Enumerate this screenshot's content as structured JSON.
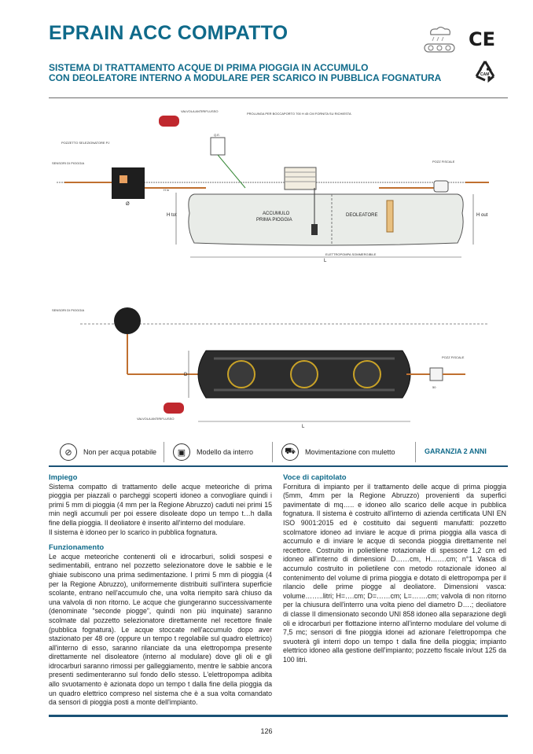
{
  "header": {
    "title": "EPRAIN ACC COMPATTO",
    "subtitle_line1": "SISTEMA DI TRATTAMENTO ACQUE DI PRIMA PIOGGIA IN ACCUMULO",
    "subtitle_line2": "CON DEOLEATORE INTERNO A MODULARE PER SCARICO IN PUBBLICA FOGNATURA",
    "ce_mark": "CE",
    "recycle_badge": "CAM"
  },
  "diagram_top": {
    "valvola": "VALVOLA ANTIRIFLUSSO",
    "prolunga": "PROLUNGA PER BOCCAPORTO 700 H 45 CM FORNITA SU RICHIESTA",
    "pozzetto": "POZZETTO SELEZIONATORE PJ",
    "sensori": "SENSORI DI PIOGGIA",
    "qe": "Q.E.",
    "pozz_fiscale": "POZZ FISCALE",
    "accumulo1": "ACCUMULO",
    "accumulo2": "PRIMA PIOGGIA",
    "deoleatore": "DEOLEATORE",
    "elettropompa": "ELETTROPOMPA SOMMERGIBILE",
    "htot": "H tot",
    "hout": "H out",
    "hin": "H in",
    "l": "L",
    "phi": "Ø"
  },
  "diagram_bottom": {
    "sensori": "SENSORI DI PIOGGIA",
    "valvola": "VALVOLA ANTIRIFLUSSO",
    "pozz_fiscale": "POZZ FISCALE",
    "d_label": "D",
    "l_label": "L",
    "dim50": "50"
  },
  "features": {
    "item1": "Non per acqua potabile",
    "item2": "Modello da interro",
    "item3": "Movimentazione con muletto",
    "garanzia": "GARANZIA 2 ANNI"
  },
  "left_col": {
    "impiego_h": "Impiego",
    "impiego_p1": "Sistema compatto di trattamento delle acque meteoriche di prima pioggia per piazzali o parcheggi scoperti idoneo a convogliare quindi i primi 5 mm di pioggia (4 mm per la Regione Abruzzo) caduti nei primi 15 min negli accumuli per poi essere disoleate dopo un tempo t…h dalla fine della pioggia. Il deoliatore è inserito all'interno del modulare.",
    "impiego_p2": "Il sistema è idoneo per lo scarico in pubblica fognatura.",
    "funz_h": "Funzionamento",
    "funz_p": "Le acque meteoriche contenenti oli e idrocarburi, solidi sospesi e sedimentabili, entrano nel pozzetto selezionatore dove le sabbie e le ghiaie subiscono una prima sedimentazione. I primi 5 mm di pioggia (4 per la Regione Abruzzo), uniformemente distribuiti sull'intera superficie scolante, entrano nell'accumulo che, una volta riempito sarà chiuso da una valvola di non ritorno. Le acque che giungeranno successivamente (denominate “seconde piogge”, quindi non più inquinate) saranno scolmate dal pozzetto selezionatore direttamente nel recettore finale (pubblica fognatura). Le acque stoccate nell'accumulo dopo aver stazionato per 48 ore (oppure un tempo t regolabile sul quadro elettrico) all'interno di esso, saranno rilanciate da una elettropompa presente direttamente nel disoleatore (interno al modulare) dove gli oli e gli idrocarburi saranno rimossi per galleggiamento, mentre le sabbie ancora presenti sedimenteranno sul fondo dello stesso. L'elettropompa adibita allo svuotamento è azionata dopo un tempo t dalla fine della pioggia da un quadro elettrico compreso nel sistema che è a sua volta comandato da sensori di pioggia posti a monte dell'impianto."
  },
  "right_col": {
    "voce_h": "Voce di capitolato",
    "voce_p": "Fornitura di impianto per il trattamento delle acque di prima pioggia (5mm, 4mm per la Regione Abruzzo) provenienti da superfici pavimentate di mq….. e idoneo allo scarico delle acque in pubblica fognatura. Il sistema è costruito all'interno di azienda certificata UNI EN ISO 9001:2015 ed è costituito dai seguenti manufatti: pozzetto scolmatore idoneo ad inviare le acque di prima pioggia alla vasca di accumulo e di inviare le acque di seconda pioggia direttamente nel recettore. Costruito in polietilene rotazionale di spessore 1,2 cm ed idoneo all'interno di dimensioni D……cm, H…….cm; n°1 Vasca di accumulo costruito in polietilene con metodo rotazionale idoneo al contenimento del volume di prima pioggia e dotato di elettropompa per il rilancio delle prime piogge al deoliatore. Dimensioni vasca: volume……..litri; H=….cm; D=……cm; L=…….cm; valvola di non ritorno per la chiusura dell'interro una volta pieno del diametro D….; deoliatore di classe II dimensionato secondo UNI 858 idoneo alla separazione degli oli e idrocarburi per flottazione interno all'interno modulare del volume di 7,5 mc; sensori di fine pioggia idonei ad azionare l'elettropompa che svuoterà gli interri dopo un tempo t dalla fine della pioggia; impianto elettrico idoneo alla gestione dell'impianto; pozzetto fiscale in/out 125 da 100 litri."
  },
  "footer": {
    "page_number": "126"
  }
}
